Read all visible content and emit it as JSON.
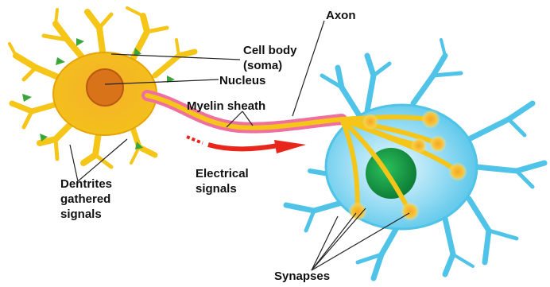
{
  "labels": {
    "axon": "Axon",
    "cell_body_line1": "Cell body",
    "cell_body_line2": "(soma)",
    "nucleus": "Nucleus",
    "myelin_sheath": "Myelin sheath",
    "electrical_line1": "Electrical",
    "electrical_line2": "signals",
    "dendrites_line1": "Dentrites",
    "dendrites_line2": "gathered",
    "dendrites_line3": "signals",
    "synapses": "Synapses"
  },
  "colors": {
    "neuron_yellow": "#f5c518",
    "neuron_yellow_dark": "#e7a400",
    "soma_orange": "#f5a623",
    "nucleus_orange": "#d9731a",
    "myelin_pink": "#ef6f9f",
    "signal_red": "#e8261c",
    "dendrite_arrow_green": "#3aa63a",
    "target_cyan": "#4fc3e8",
    "target_cyan_light": "#bde9f7",
    "target_nucleus_green": "#17a34a"
  }
}
